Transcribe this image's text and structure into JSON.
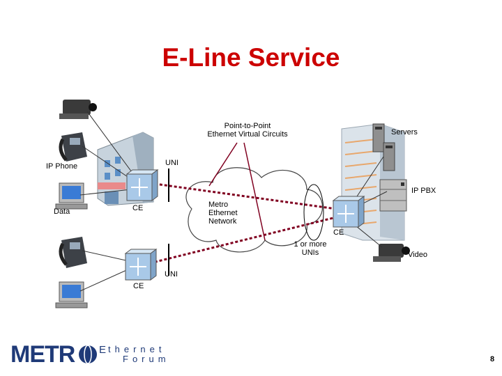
{
  "title": "E-Line Service",
  "labels": {
    "evc": "Point-to-Point\nEthernet Virtual Circuits",
    "servers": "Servers",
    "ip_phone": "IP Phone",
    "uni_top": "UNI",
    "ip_pbx": "IP PBX",
    "data": "Data",
    "ce_left": "CE",
    "network": "Metro\nEthernet\nNetwork",
    "ce_right": "CE",
    "one_or_more": "1 or more\nUNIs",
    "video": "Video",
    "uni_bottom": "UNI",
    "ce_bottom": "CE"
  },
  "logo": {
    "metro": "METR",
    "ethernet": "thernet",
    "ethernet_initial": "E",
    "forum": "Forum"
  },
  "page_number": "8",
  "colors": {
    "title": "#cc0000",
    "circuit": "#800020",
    "logo": "#1f3a78",
    "switch": "#a9c9e8"
  }
}
